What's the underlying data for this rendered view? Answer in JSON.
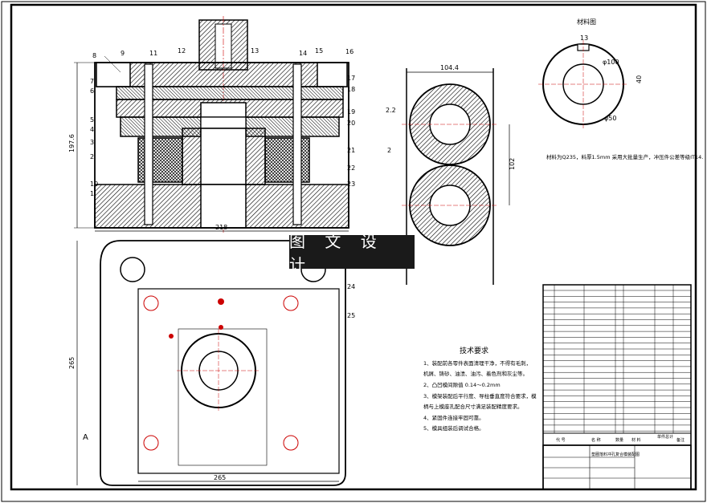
{
  "watermark": "图 文 设 计",
  "part_dims": {
    "width": "104.4",
    "offset": "2.2",
    "gap": "2",
    "pitch": "102"
  },
  "blank": {
    "title": "材料图",
    "slot": "13",
    "outer": "φ100",
    "inner": "φ50",
    "depth": "40",
    "material_note": "材料为Q235，料厚1.5mm 采用大批量生产，冲压件公差等级IT14."
  },
  "assembly_dims": {
    "height": "197.6",
    "top_width": "218",
    "plate_height": "265",
    "plate_width": "265",
    "view_label": "A"
  },
  "balloons": [
    "1",
    "2",
    "3",
    "4",
    "5",
    "6",
    "7",
    "8",
    "9",
    "10",
    "11",
    "12",
    "13",
    "14",
    "15",
    "16",
    "17",
    "18",
    "19",
    "20",
    "21",
    "22",
    "23",
    "24",
    "25"
  ],
  "tech_req": {
    "title": "技术要求",
    "items": [
      "1、装配前各零件表面清理干净，不得有毛刺，",
      "机屑、铸砂、油渍、油污、着色剂和灰尘等。",
      "2、凸凹模间隙值 0.14～0.2mm",
      "3、模架装配后平行度、导柱垂直度符合要求，模",
      "柄与上模座孔配合尺寸满足装配精度要求。",
      "4、紧固件连接牢固可靠。",
      "5、模具组装后调试合格。"
    ]
  },
  "bom_header": [
    "代 号",
    "名 称",
    "数量",
    "材 料",
    "单件",
    "总计",
    "备注"
  ],
  "title_block": {
    "drawing_name": "垫圈落料冲孔复合模装配图"
  }
}
